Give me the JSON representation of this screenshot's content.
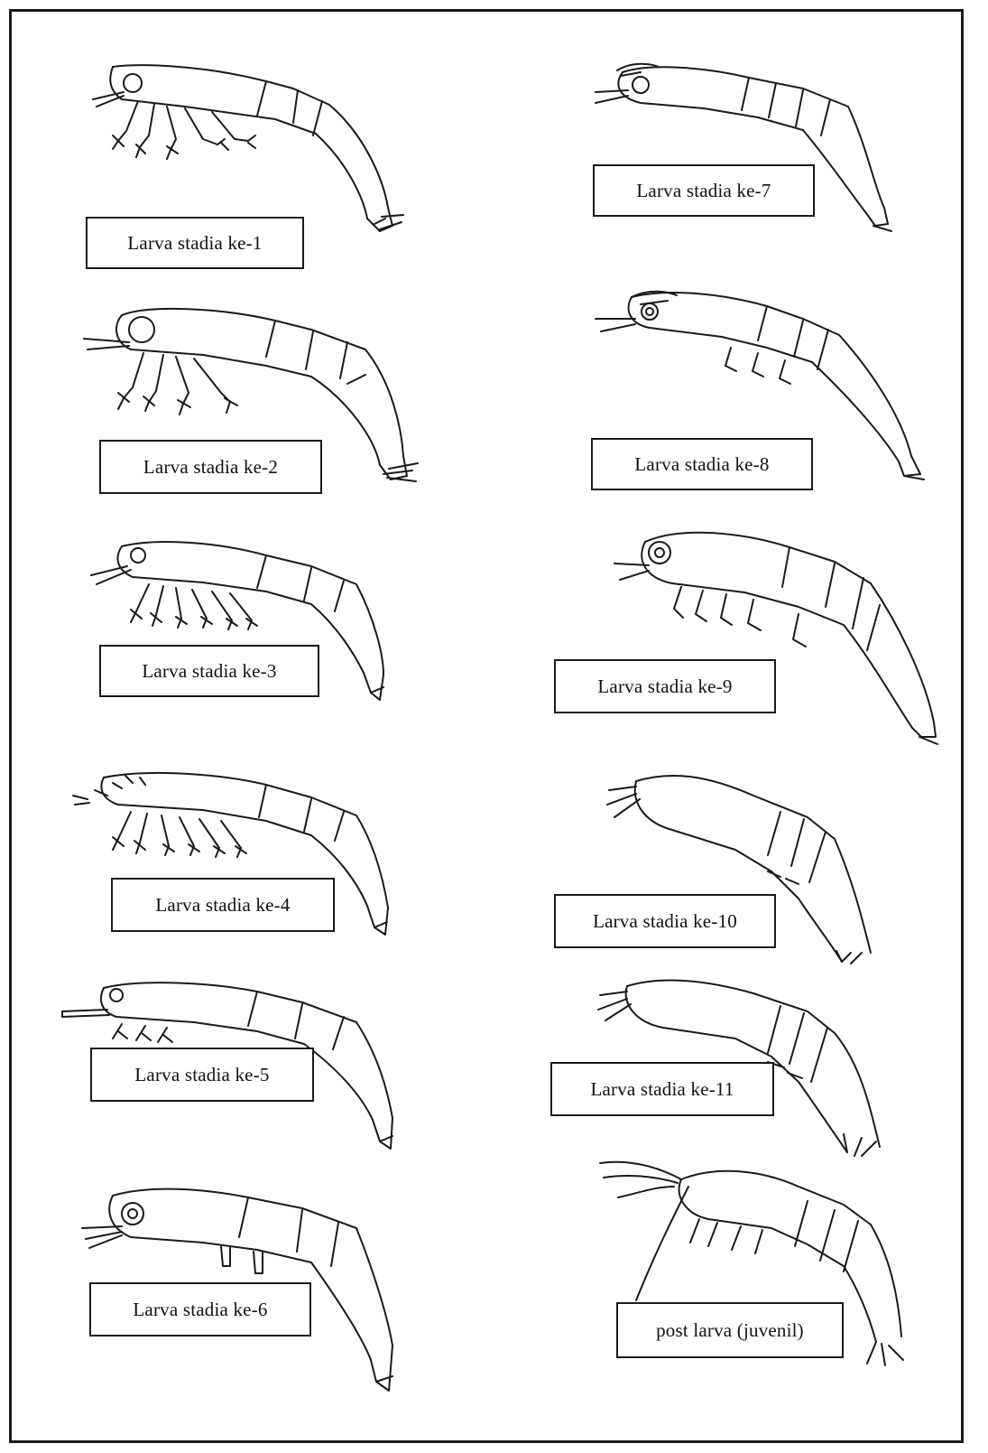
{
  "figure": {
    "stages": [
      {
        "id": "ke-1",
        "label": "Larva stadia ke-1"
      },
      {
        "id": "ke-2",
        "label": "Larva stadia ke-2"
      },
      {
        "id": "ke-3",
        "label": "Larva stadia ke-3"
      },
      {
        "id": "ke-4",
        "label": "Larva stadia ke-4"
      },
      {
        "id": "ke-5",
        "label": "Larva stadia ke-5"
      },
      {
        "id": "ke-6",
        "label": "Larva stadia ke-6"
      },
      {
        "id": "ke-7",
        "label": "Larva stadia ke-7"
      },
      {
        "id": "ke-8",
        "label": "Larva stadia ke-8"
      },
      {
        "id": "ke-9",
        "label": "Larva stadia ke-9"
      },
      {
        "id": "ke-10",
        "label": "Larva stadia ke-10"
      },
      {
        "id": "ke-11",
        "label": "Larva stadia ke-11"
      },
      {
        "id": "post-larva",
        "label": "post larva (juvenil)"
      }
    ]
  }
}
